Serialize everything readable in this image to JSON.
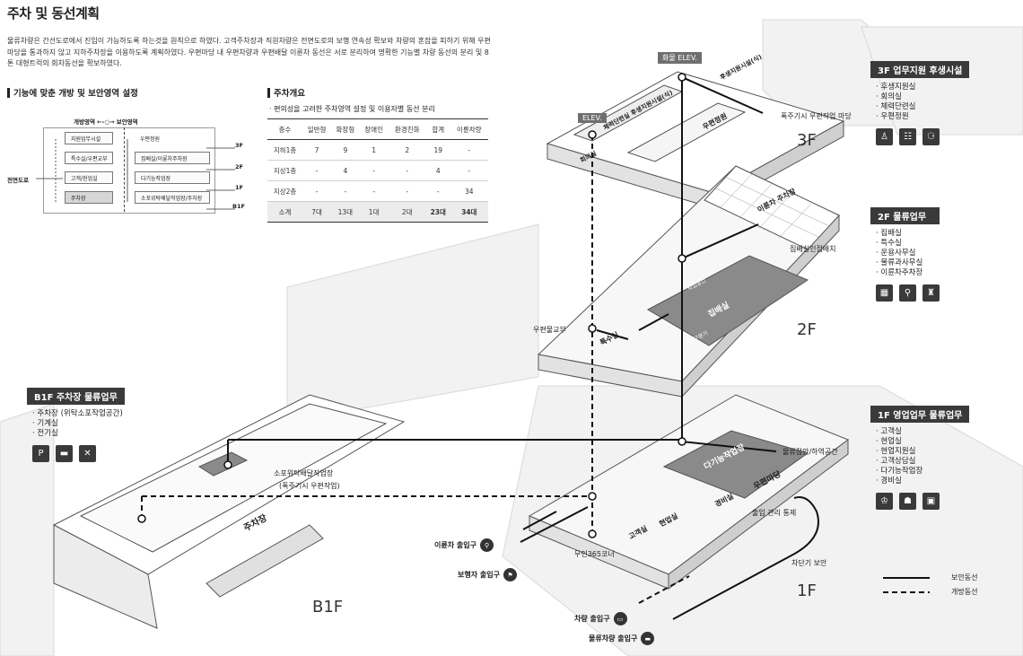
{
  "title": "주차 및 동선계획",
  "intro": "물류차량은 간선도로에서 진입이 가능하도록 하는것을 원칙으로 하였다. 고객주차장과 직원차량은 전면도로의 보행 연속성 확보와 차량의 혼잡을 피하기 위해 우편마당을 통과하지 않고 지하주차장을 이용하도록 계획하였다. 우편마당 내 우편차량과 우편배달 이륜차 동선은 서로 분리하여 명확한 기능별 차량 동선의 분리 및 8톤 대형트럭의 회차동선을 확보하였다.",
  "zoning": {
    "heading": "기능에 맞춘 개방 및 보안영역 설정",
    "top_label": "개방영역 ←-○→ 보안영역",
    "road_label": "전면도로",
    "left_rooms": [
      "지원업무시설",
      "특수실/우편교부",
      "고객/현업실",
      "주차장"
    ],
    "right_rooms": [
      "우편정원",
      "집배실/이륜차주차장",
      "다기능작업장",
      "소포위탁배달작업장/주차장"
    ],
    "floors": [
      "3F",
      "2F",
      "1F",
      "B1F"
    ]
  },
  "parking": {
    "heading": "주차개요",
    "subtitle": "· 편의성을 고려한 주차영역 설정 및 이용자별 동선 분리",
    "headers": [
      "층수",
      "일반형",
      "확장형",
      "장애인",
      "환경친화",
      "합계",
      "이륜차량"
    ],
    "rows": [
      [
        "지하1층",
        "7",
        "9",
        "1",
        "2",
        "19",
        "-"
      ],
      [
        "지상1층",
        "-",
        "4",
        "-",
        "-",
        "4",
        "-"
      ],
      [
        "지상2층",
        "-",
        "-",
        "-",
        "-",
        "-",
        "34"
      ]
    ],
    "total": [
      "소계",
      "7대",
      "13대",
      "1대",
      "2대",
      "23대",
      "34대"
    ]
  },
  "panels": {
    "f3": {
      "title": "3F 업무지원 후생시설",
      "items": [
        "후생지원실",
        "회의실",
        "체력단련실",
        "우편정원"
      ],
      "icons": [
        "user-icon",
        "meeting-icon",
        "gym-icon"
      ]
    },
    "f2": {
      "title": "2F 물류업무",
      "items": [
        "집배실",
        "특수실",
        "운용사무실",
        "물류과사무실",
        "이륜차주차장"
      ],
      "icons": [
        "shelf-icon",
        "bike-icon",
        "desk-icon"
      ]
    },
    "f1": {
      "title": "1F 영업업무 물류업무",
      "items": [
        "고객실",
        "현업실",
        "현업지원실",
        "고객상담실",
        "다기능작업장",
        "경비실"
      ],
      "icons": [
        "counter-icon",
        "group-icon",
        "box-icon"
      ]
    },
    "b1": {
      "title": "B1F 주차장 물류업무",
      "items": [
        "주차장 (위탁소포작업공간)",
        "기계실",
        "전기실"
      ],
      "icons": [
        "parking-icon",
        "truck-icon",
        "tools-icon"
      ]
    }
  },
  "diagram": {
    "freight_elev": "화물 ELEV.",
    "elev": "ELEV.",
    "f3_label": "3F",
    "f2_label": "2F",
    "f1_label": "1F",
    "b1_label": "B1F",
    "f3_rooms": [
      "우편정원",
      "후생지원시설(식)",
      "체력단련실 후생지원시설(식)",
      "회의실"
    ],
    "f3_note": "폭주기시 우편작업 마당",
    "f2_rooms": [
      "이륜차 주차장",
      "집배실",
      "특수실",
      "작업공간",
      "운로구분기"
    ],
    "f2_note": "집배실인접배치",
    "postal_counter": "우편물교부",
    "f1_rooms": [
      "다기능작업장",
      "우편마당",
      "경비실",
      "현업실",
      "고객실"
    ],
    "f1_notes": {
      "logistics": "물류접안/하역공간",
      "gate": "출입 관리 통제",
      "barrier": "차단기 보안",
      "atm": "무인365코너"
    },
    "b1_room": "주차장",
    "b1_note1": "소포위탁배달작업장",
    "b1_note2": "(폭주기시 우편작업)",
    "entrances": {
      "bike": "이륜차 출입구",
      "pedestrian": "보행자 출입구",
      "car": "차량 출입구",
      "truck": "물류차량 출입구"
    }
  },
  "legend": {
    "secure": "보안동선",
    "open": "개방동선"
  }
}
